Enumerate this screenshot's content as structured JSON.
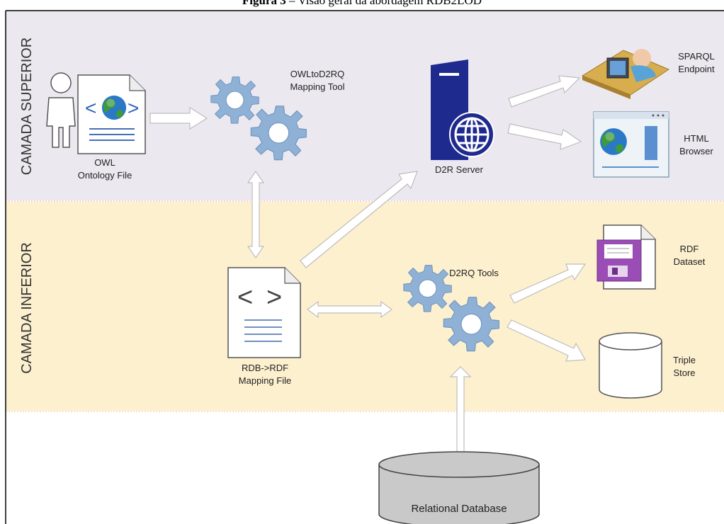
{
  "caption": {
    "number": "Figura 3",
    "separator": " – ",
    "title": "Visão geral da abordagem RDB2LOD"
  },
  "layers": {
    "upper": "CAMADA SUPERIOR",
    "lower": "CAMADA INFERIOR"
  },
  "nodes": {
    "owl_file": [
      "OWL",
      "Ontology File"
    ],
    "mapping_tool": [
      "OWLtoD2RQ",
      "Mapping Tool"
    ],
    "d2r_server": [
      "D2R Server"
    ],
    "sparql": [
      "SPARQL",
      "Endpoint"
    ],
    "html_browser": [
      "HTML",
      "Browser"
    ],
    "mapping_file": [
      "RDB->RDF",
      "Mapping File"
    ],
    "d2rq_tools": [
      "D2RQ Tools"
    ],
    "rdf_dataset": [
      "RDF",
      "Dataset"
    ],
    "triple_store": [
      "Triple",
      "Store"
    ],
    "relational_db": [
      "Relational Database"
    ]
  },
  "colors": {
    "upper_band": "#ebe8ef",
    "lower_band": "#fdf0cf",
    "gear": "#8fb1d6",
    "server": "#1f2a8f",
    "rdf_purple": "#9a4db5",
    "db_gray": "#c9c9c9"
  }
}
